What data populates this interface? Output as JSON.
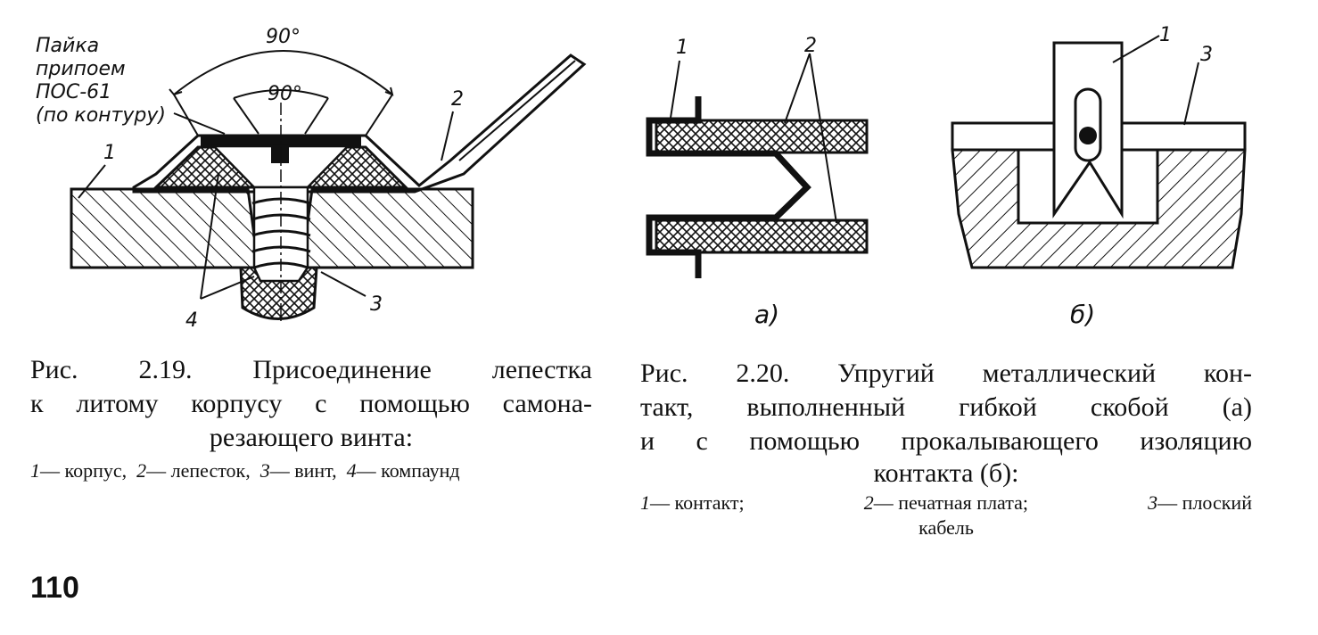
{
  "fig219": {
    "solder_note": [
      "Пайка",
      "припоем",
      "ПОС-61",
      "(по контуру)"
    ],
    "angle_outer": "90°",
    "angle_inner": "90°",
    "label_1": "1",
    "label_2": "2",
    "label_3": "3",
    "label_4": "4",
    "caption_line1": "Рис. 2.19.   Присоединение   лепестка",
    "caption_line2": "к литому корпусу с помощью самона-",
    "caption_line3": "резающего  винта:",
    "legend": [
      {
        "num": "1",
        "text": "— корпус,"
      },
      {
        "num": "2",
        "text": "— лепесток,"
      },
      {
        "num": "3",
        "text": "— винт,"
      },
      {
        "num": "4",
        "text": "— компаунд"
      }
    ]
  },
  "fig220": {
    "a_label_1": "1",
    "a_label_2": "2",
    "sub_a": "а)",
    "b_label_1": "1",
    "b_label_3": "3",
    "sub_b": "б)",
    "caption_line1": "Рис. 2.20. Упругий  металлический  кон-",
    "caption_line2": "такт,  выполненный  гибкой  скобой  (а)",
    "caption_line3": "и с помощью прокалывающего изоляцию",
    "caption_line4": "контакта  (б):",
    "legend_line1": [
      {
        "num": "1",
        "text": "— контакт;"
      },
      {
        "num": "2",
        "text": "— печатная  плата;"
      },
      {
        "num": "3",
        "text": "— плоский"
      }
    ],
    "legend_line2": "кабель"
  },
  "page_number": "110"
}
